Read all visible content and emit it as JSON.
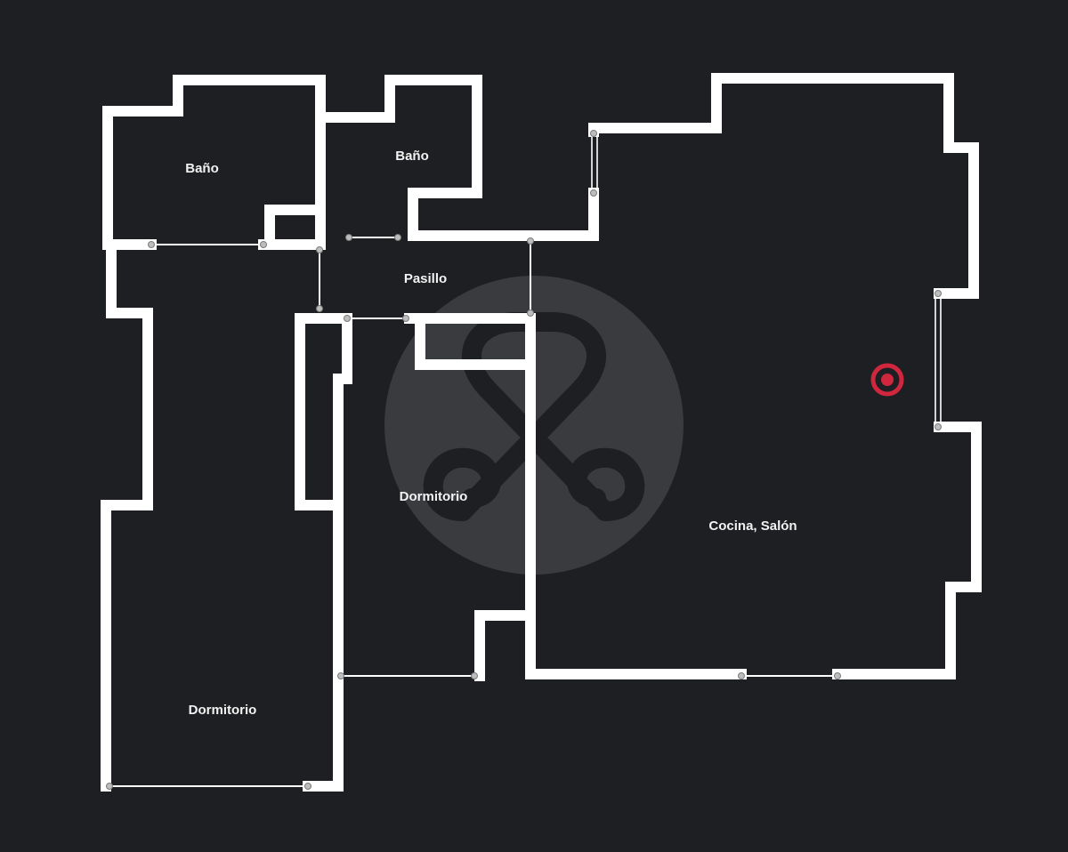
{
  "rooms": {
    "bano_left": "Baño",
    "bano_right": "Baño",
    "pasillo": "Pasillo",
    "dormitorio_center": "Dormitorio",
    "cocina_salon": "Cocina, Salón",
    "dormitorio_bottom": "Dormitorio"
  },
  "colors": {
    "background": "#1e1f22",
    "walls": "#ffffff",
    "watermark": "#3a3b3f",
    "location_marker": "#d0263e"
  },
  "icons": {
    "watermark": "brand-logo-watermark-icon",
    "marker": "location-target-icon"
  }
}
